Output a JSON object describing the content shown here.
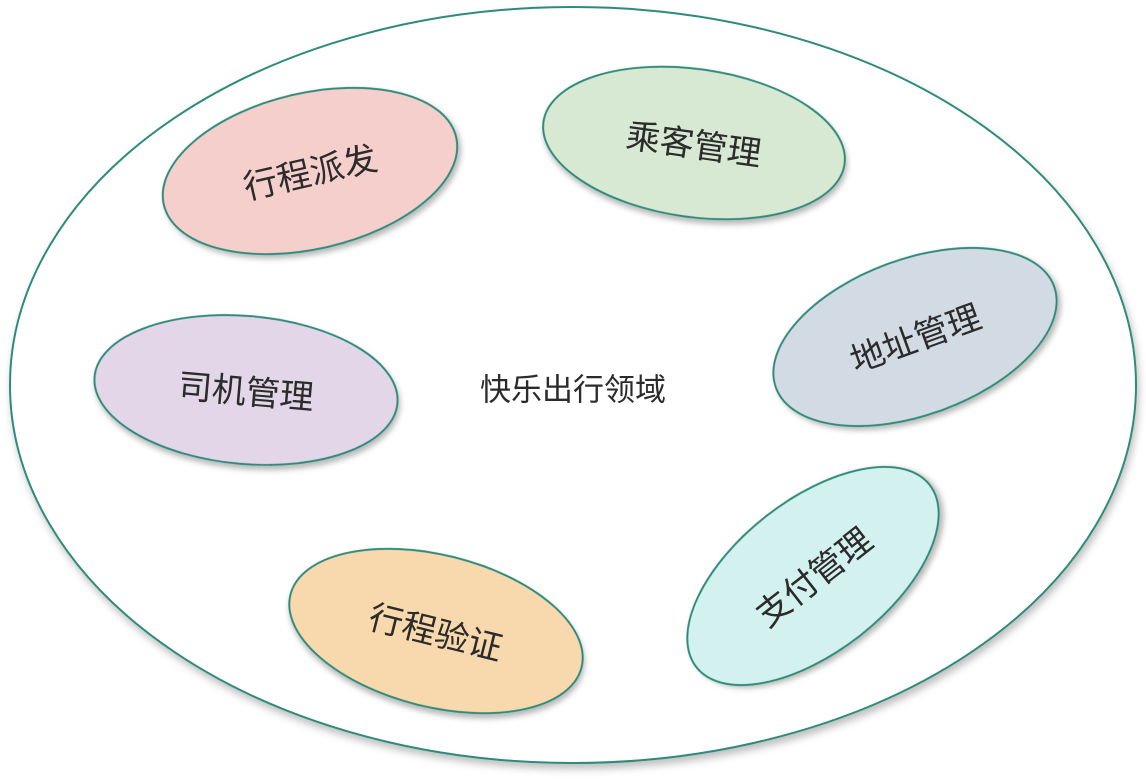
{
  "domain": {
    "label": "快乐出行领域",
    "border_color": "#2e8b7a"
  },
  "subdomains": [
    {
      "label": "行程派发",
      "fill": "#f5cfcc"
    },
    {
      "label": "乘客管理",
      "fill": "#d7e8d3"
    },
    {
      "label": "司机管理",
      "fill": "#e2d6e8"
    },
    {
      "label": "地址管理",
      "fill": "#d2dbe3"
    },
    {
      "label": "行程验证",
      "fill": "#f8d9ad"
    },
    {
      "label": "支付管理",
      "fill": "#d3f1ee"
    }
  ]
}
